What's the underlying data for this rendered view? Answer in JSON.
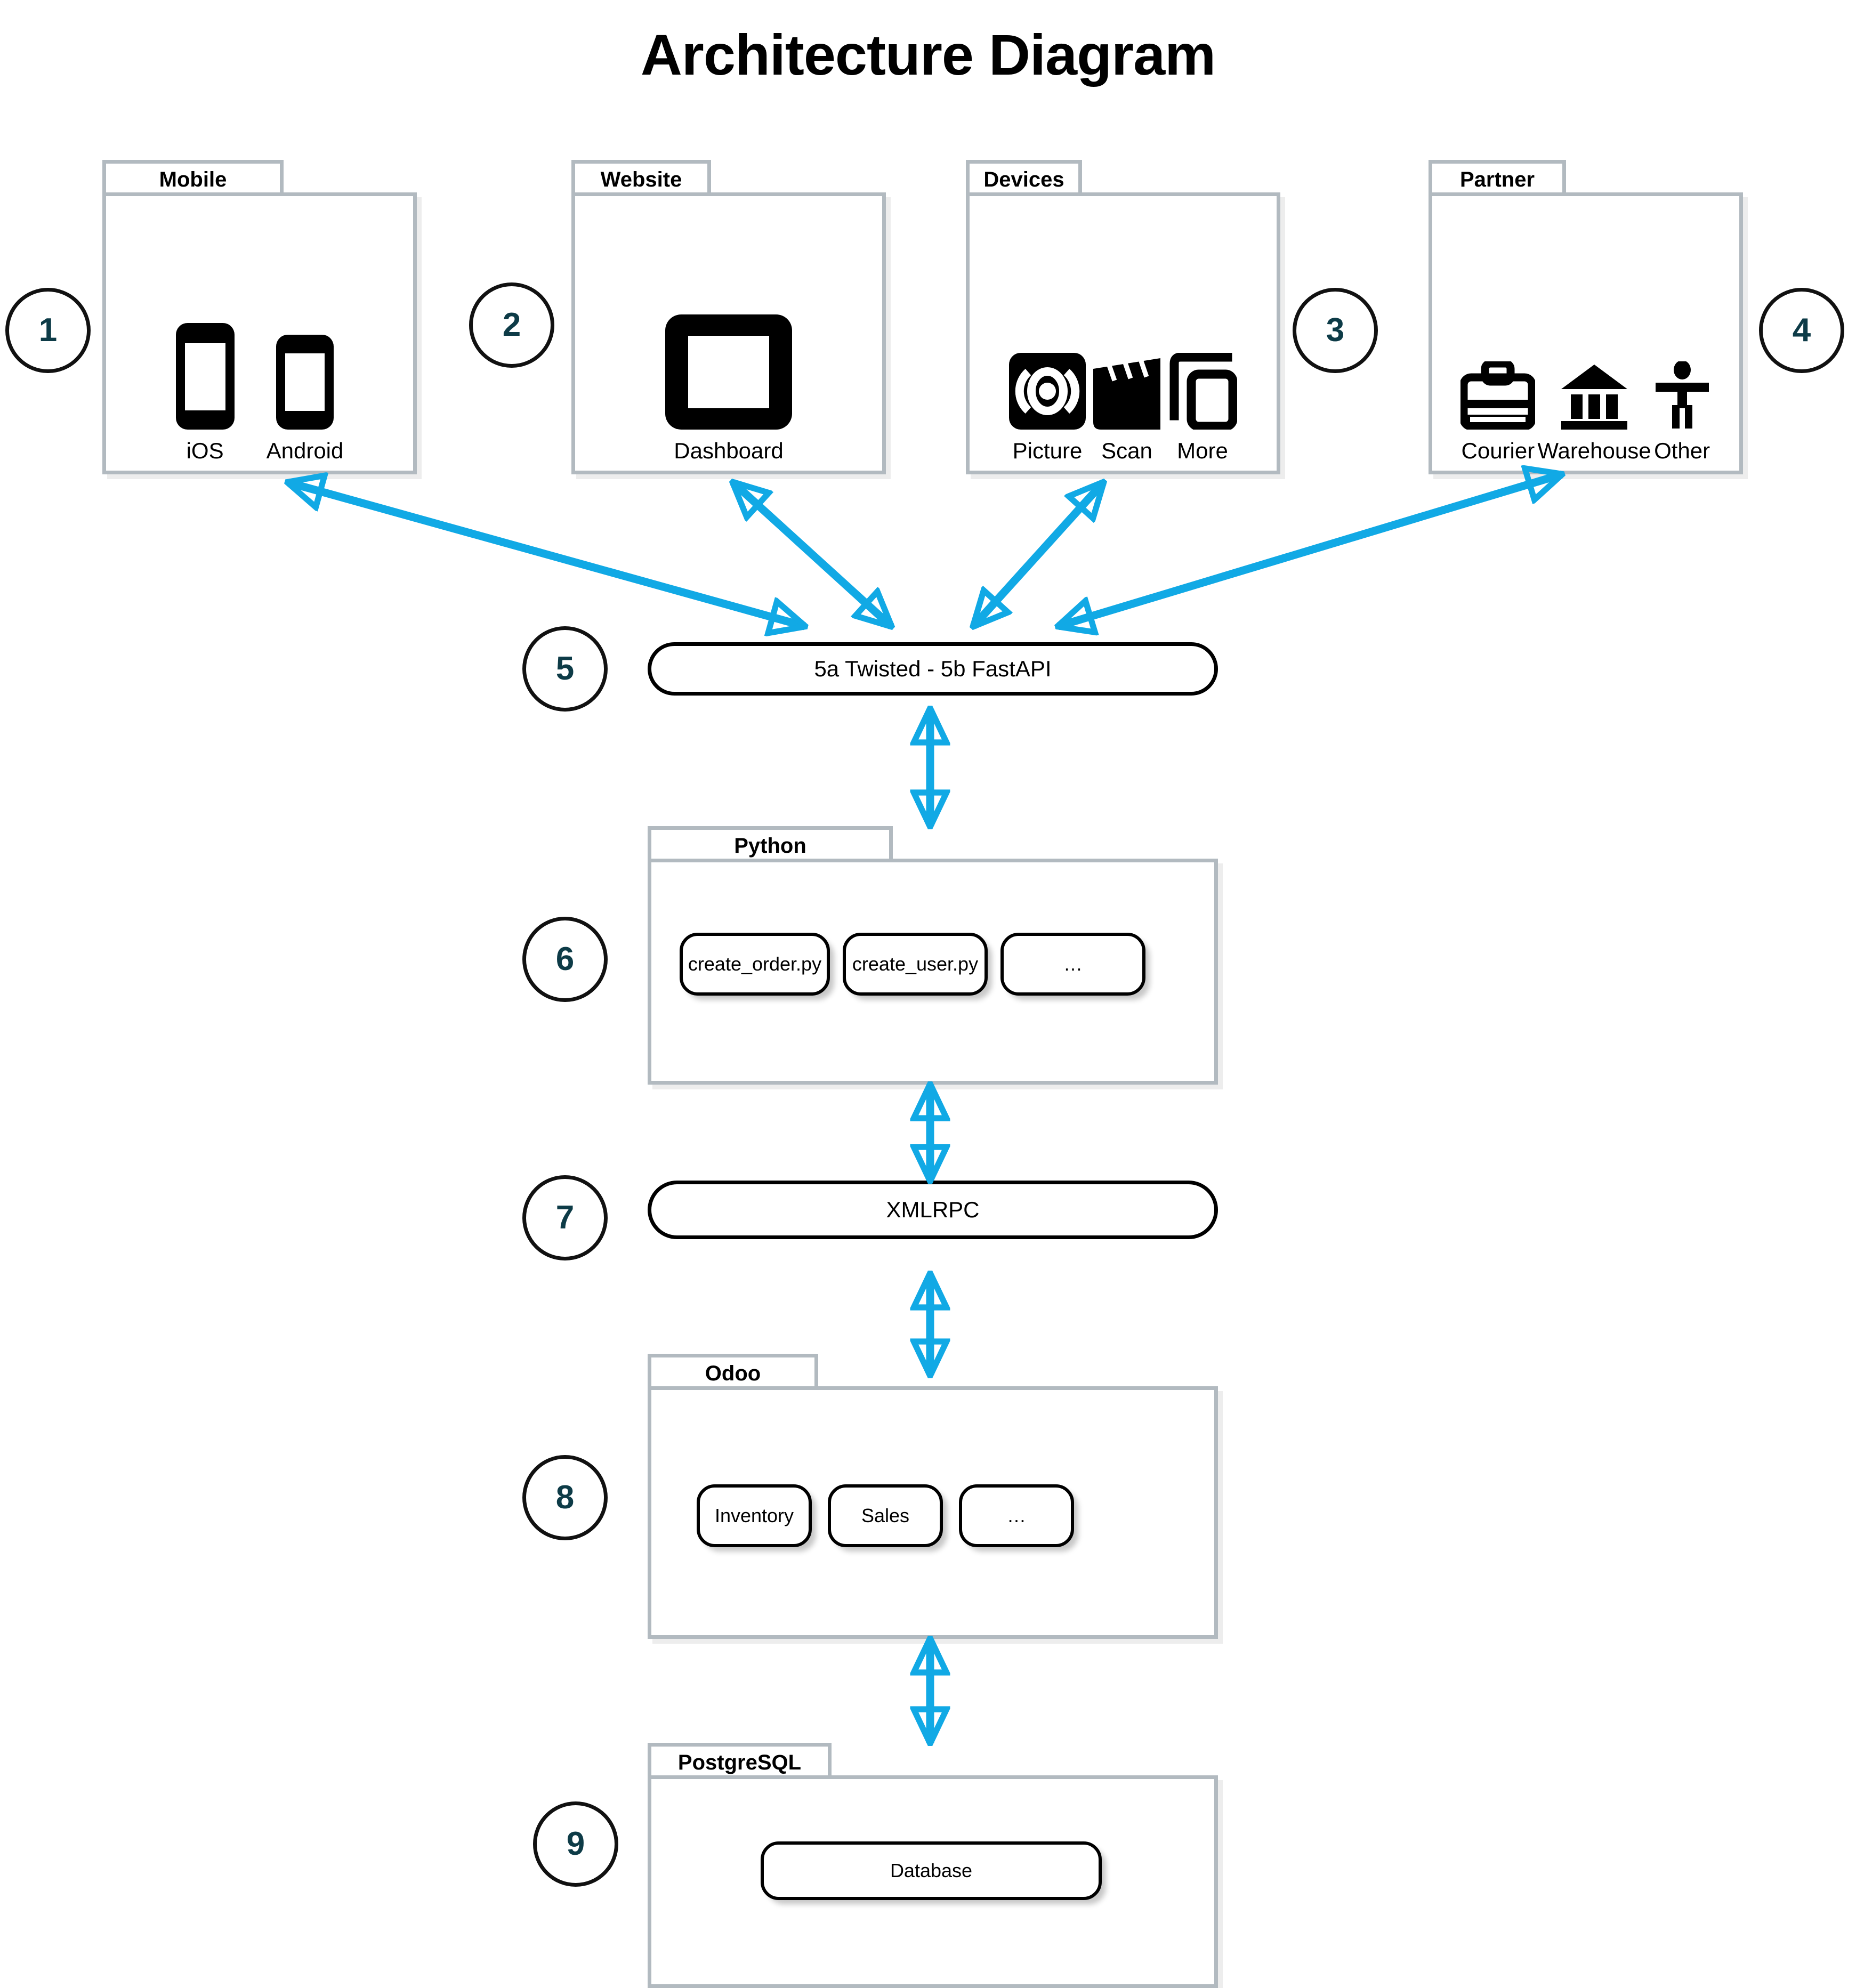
{
  "title": "Architecture Diagram",
  "colors": {
    "arrow": "#11A9E5",
    "package_border": "#B2BAC0",
    "number": "#0D3B47",
    "node_border": "#000000",
    "text": "#000000"
  },
  "markers": [
    {
      "id": "1",
      "label": "1"
    },
    {
      "id": "2",
      "label": "2"
    },
    {
      "id": "3",
      "label": "3"
    },
    {
      "id": "4",
      "label": "4"
    },
    {
      "id": "5",
      "label": "5"
    },
    {
      "id": "6",
      "label": "6"
    },
    {
      "id": "7",
      "label": "7"
    },
    {
      "id": "8",
      "label": "8"
    },
    {
      "id": "9",
      "label": "9"
    }
  ],
  "packages": {
    "mobile": {
      "name": "Mobile",
      "items": [
        {
          "icon": "iphone-icon",
          "label": "iOS"
        },
        {
          "icon": "android-phone-icon",
          "label": "Android"
        }
      ]
    },
    "website": {
      "name": "Website",
      "items": [
        {
          "icon": "monitor-icon",
          "label": "Dashboard"
        }
      ]
    },
    "devices": {
      "name": "Devices",
      "items": [
        {
          "icon": "camera-lens-icon",
          "label": "Picture"
        },
        {
          "icon": "clapperboard-icon",
          "label": "Scan"
        },
        {
          "icon": "copy-layers-icon",
          "label": "More"
        }
      ]
    },
    "partner": {
      "name": "Partner",
      "items": [
        {
          "icon": "briefcase-icon",
          "label": "Courier"
        },
        {
          "icon": "bank-building-icon",
          "label": "Warehouse"
        },
        {
          "icon": "person-accessibility-icon",
          "label": "Other"
        }
      ]
    },
    "python": {
      "name": "Python",
      "chips": [
        "create_order.py",
        "create_user.py",
        "…"
      ]
    },
    "odoo": {
      "name": "Odoo",
      "chips": [
        "Inventory",
        "Sales",
        "…"
      ]
    },
    "postgresql": {
      "name": "PostgreSQL",
      "chips": [
        "Database"
      ]
    }
  },
  "nodes": {
    "api_gateway": {
      "label": "5a Twisted - 5b FastAPI"
    },
    "rpc": {
      "label": "XMLRPC"
    }
  },
  "connections": [
    {
      "from": "api_gateway",
      "to": "mobile",
      "kind": "bidirectional"
    },
    {
      "from": "api_gateway",
      "to": "website",
      "kind": "bidirectional"
    },
    {
      "from": "api_gateway",
      "to": "devices",
      "kind": "bidirectional"
    },
    {
      "from": "api_gateway",
      "to": "partner",
      "kind": "bidirectional"
    },
    {
      "from": "api_gateway",
      "to": "python",
      "kind": "bidirectional"
    },
    {
      "from": "python",
      "to": "rpc",
      "kind": "bidirectional"
    },
    {
      "from": "rpc",
      "to": "odoo",
      "kind": "bidirectional"
    },
    {
      "from": "odoo",
      "to": "postgresql",
      "kind": "bidirectional"
    }
  ]
}
